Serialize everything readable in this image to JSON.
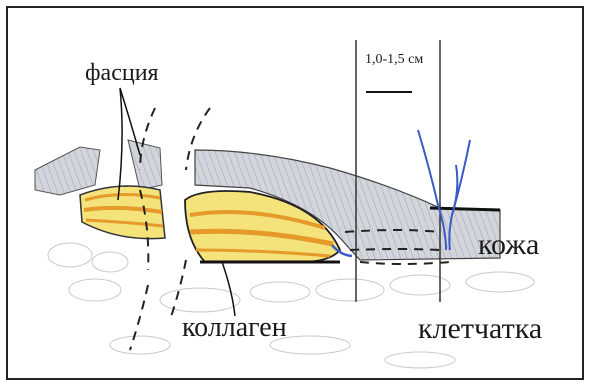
{
  "labels": {
    "fascia": "фасция",
    "scale": "1,0-1,5 см",
    "skin": "кожа",
    "collagen": "коллаген",
    "fiber": "клетчатка"
  },
  "colors": {
    "collagen_yellow": "#f3e37a",
    "collagen_orange": "#e59a2a",
    "skin_gray": "#c9cbd3",
    "hair_blue": "#3a5bc7",
    "ink": "#1a1a1a"
  }
}
